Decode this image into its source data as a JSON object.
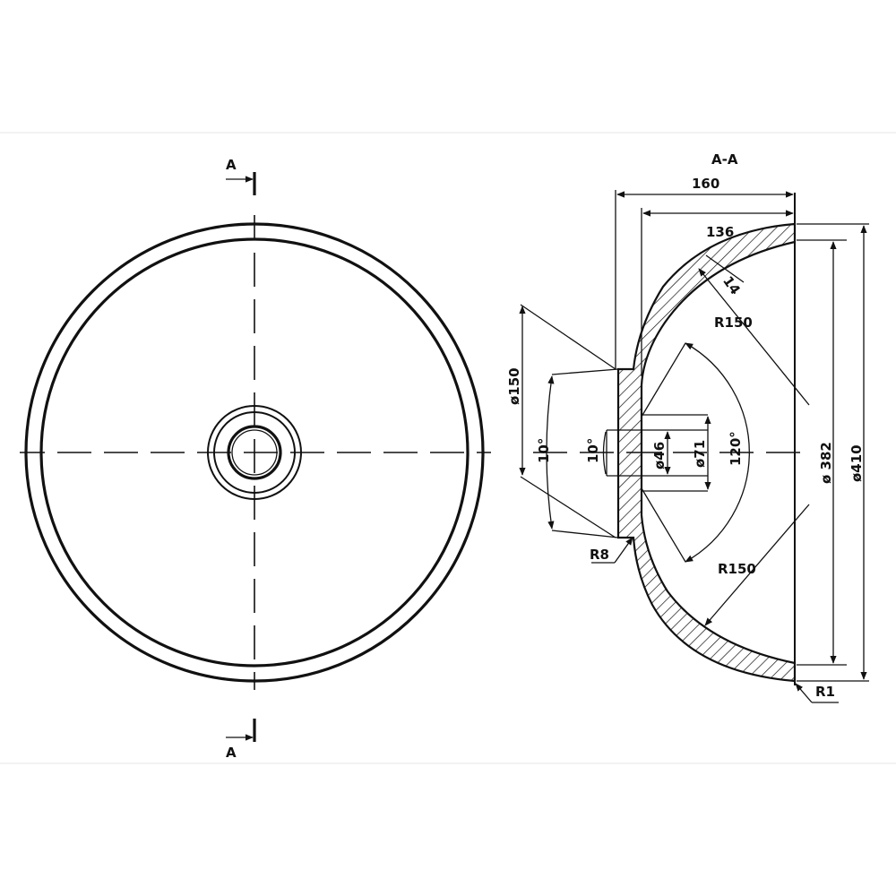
{
  "section_marker": "A",
  "section_title": "A-A",
  "dimensions": {
    "depth_outer": "160",
    "depth_inner": "136",
    "wall_thickness": "14",
    "radius_upper": "R150",
    "radius_lower": "R150",
    "radius_fillet_small": "R8",
    "radius_rim": "R1",
    "dia_150": "ø150",
    "dia_46": "ø46",
    "dia_71": "ø71",
    "dia_382": "ø 382",
    "dia_410": "ø410",
    "angle_10_a": "10°",
    "angle_10_b": "10°",
    "angle_120": "120°"
  },
  "colors": {
    "line": "#111111",
    "background": "#ffffff",
    "frame": "#e6e6e6"
  }
}
